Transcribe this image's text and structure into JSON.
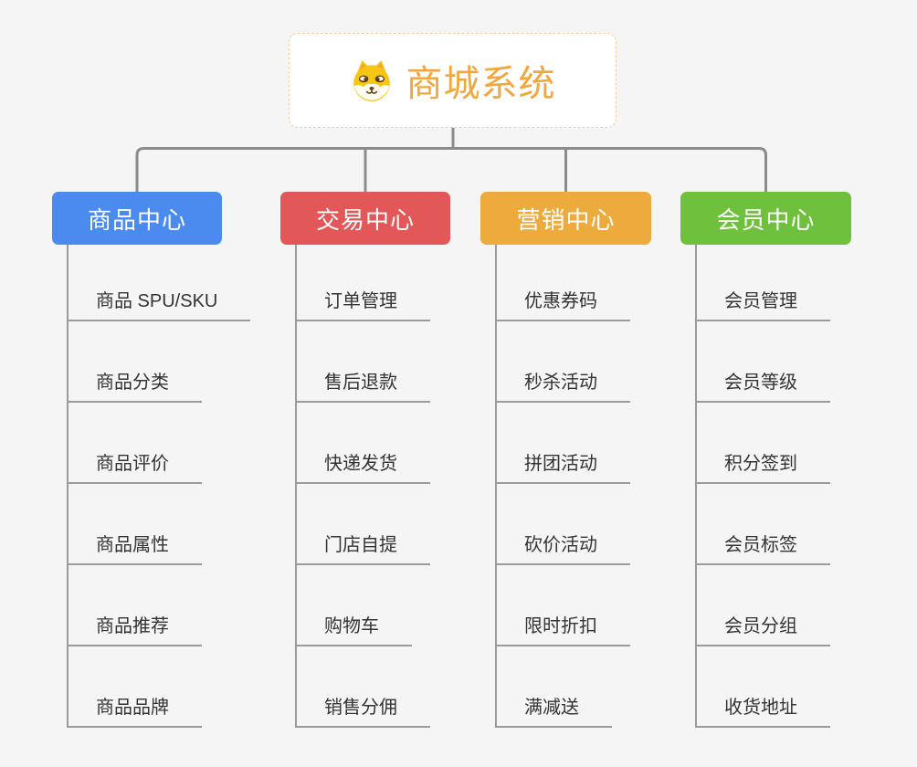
{
  "canvas": {
    "background": "#f5f5f5"
  },
  "root": {
    "label": "商城系统",
    "icon": "shiba-dog-icon",
    "text_color": "#f2a73d",
    "border_color": "#f2cf9e",
    "background": "#ffffff"
  },
  "theme": {
    "connector_color": "#8b8b8b",
    "leaf_line_color": "#9b9b9b",
    "leaf_text_color": "#333333"
  },
  "branches": [
    {
      "label": "商品中心",
      "color": "#4b8bf0",
      "children": [
        "商品 SPU/SKU",
        "商品分类",
        "商品评价",
        "商品属性",
        "商品推荐",
        "商品品牌"
      ]
    },
    {
      "label": "交易中心",
      "color": "#e25757",
      "children": [
        "订单管理",
        "售后退款",
        "快递发货",
        "门店自提",
        "购物车",
        "销售分佣"
      ]
    },
    {
      "label": "营销中心",
      "color": "#edaa3d",
      "children": [
        "优惠券码",
        "秒杀活动",
        "拼团活动",
        "砍价活动",
        "限时折扣",
        "满减送"
      ]
    },
    {
      "label": "会员中心",
      "color": "#6fc13d",
      "children": [
        "会员管理",
        "会员等级",
        "积分签到",
        "会员标签",
        "会员分组",
        "收货地址"
      ]
    }
  ]
}
